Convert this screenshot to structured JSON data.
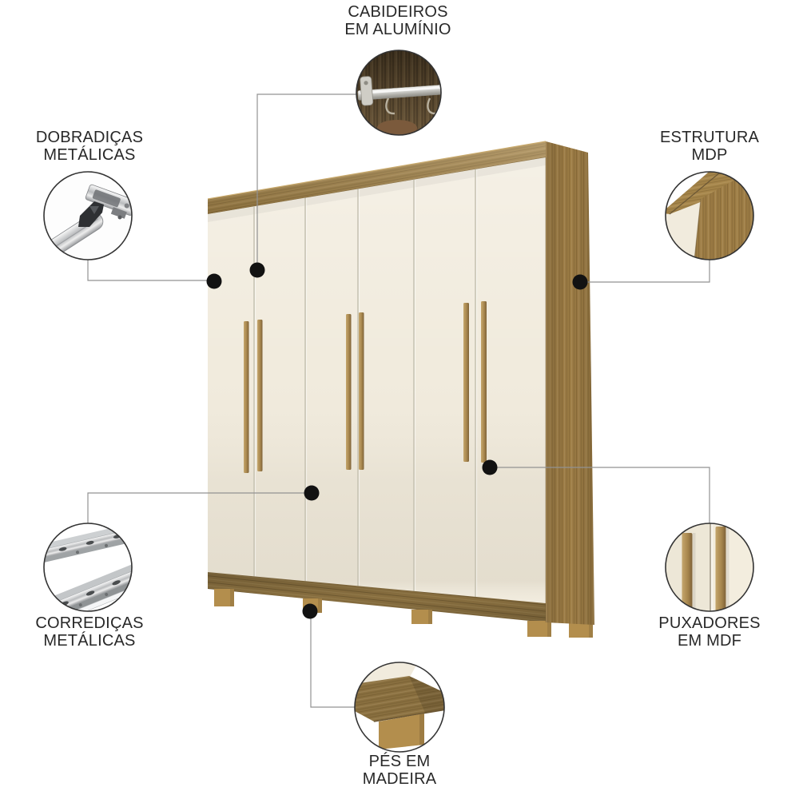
{
  "background": "#ffffff",
  "colors": {
    "text": "#282828",
    "line": "#929292",
    "dot": "#121212",
    "circle_stroke": "#333333",
    "wood_top": "#a5854a",
    "wood_top_face": "#b69557",
    "wood_side": "#9c7c45",
    "wood_base": "#8a7040",
    "wood_feet": "#b38e4d",
    "wood_handle": "#a8874e",
    "door_cream": "#f1ebdd",
    "interior_dark": "#54442c",
    "metal_light": "#eef0f1",
    "metal_dark": "#707274"
  },
  "callouts": [
    {
      "id": "cabideiros",
      "line1": "CABIDEIROS",
      "line2": "EM ALUMÍNIO",
      "icon": "hanging-rod"
    },
    {
      "id": "dobradicas",
      "line1": "DOBRADIÇAS",
      "line2": "METÁLICAS",
      "icon": "metal-hinge"
    },
    {
      "id": "estrutura",
      "line1": "ESTRUTURA",
      "line2": "MDP",
      "icon": "mdp-corner"
    },
    {
      "id": "corredicas",
      "line1": "CORREDIÇAS",
      "line2": "METÁLICAS",
      "icon": "drawer-slides"
    },
    {
      "id": "puxadores",
      "line1": "PUXADORES",
      "line2": "EM MDF",
      "icon": "mdf-handles"
    },
    {
      "id": "pes",
      "line1": "PÉS EM",
      "line2": "MADEIRA",
      "icon": "wooden-feet"
    }
  ]
}
